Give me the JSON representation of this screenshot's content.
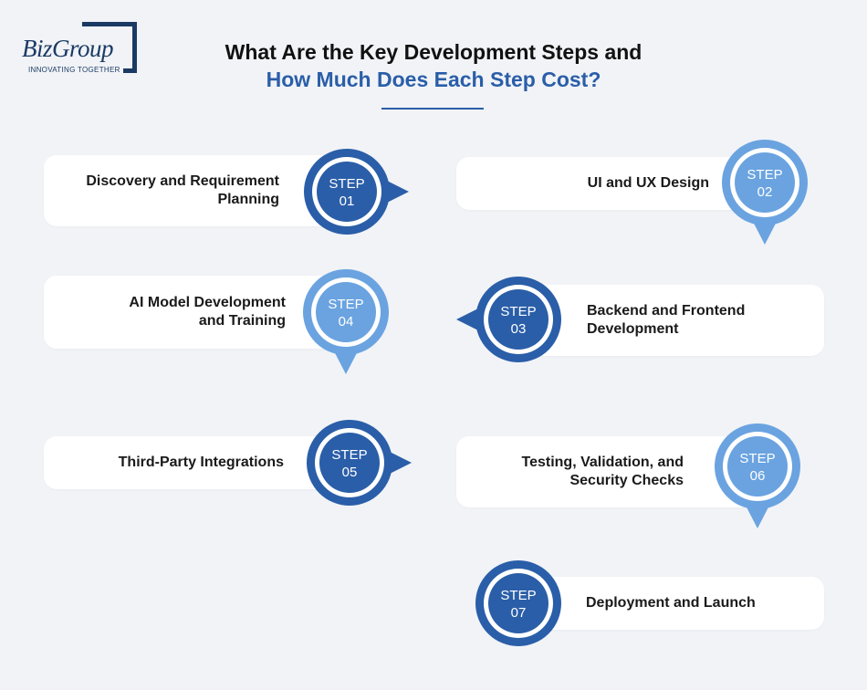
{
  "logo": {
    "name": "BizGroup",
    "tagline": "INNOVATING TOGETHER"
  },
  "title": {
    "line1": "What Are the Key Development Steps and",
    "line2": "How Much Does Each Step Cost?"
  },
  "colors": {
    "dark_blue": "#2a5ea8",
    "light_blue": "#6aa3e0",
    "text": "#1a1a1a",
    "card": "#ffffff"
  },
  "steps": [
    {
      "step": "STEP",
      "number": "01",
      "title_lines": [
        "Discovery and Requirement",
        "Planning"
      ],
      "arrow": "right",
      "tone": "dark"
    },
    {
      "step": "STEP",
      "number": "02",
      "title_lines": [
        "UI and UX Design"
      ],
      "arrow": "down",
      "tone": "light"
    },
    {
      "step": "STEP",
      "number": "03",
      "title_lines": [
        "Backend and Frontend",
        "Development"
      ],
      "arrow": "left",
      "tone": "dark"
    },
    {
      "step": "STEP",
      "number": "04",
      "title_lines": [
        "AI Model Development",
        "and Training"
      ],
      "arrow": "down",
      "tone": "light"
    },
    {
      "step": "STEP",
      "number": "05",
      "title_lines": [
        "Third-Party Integrations"
      ],
      "arrow": "right",
      "tone": "dark"
    },
    {
      "step": "STEP",
      "number": "06",
      "title_lines": [
        "Testing, Validation, and",
        "Security Checks"
      ],
      "arrow": "down",
      "tone": "light"
    },
    {
      "step": "STEP",
      "number": "07",
      "title_lines": [
        "Deployment and Launch"
      ],
      "arrow": "none",
      "tone": "dark"
    }
  ]
}
